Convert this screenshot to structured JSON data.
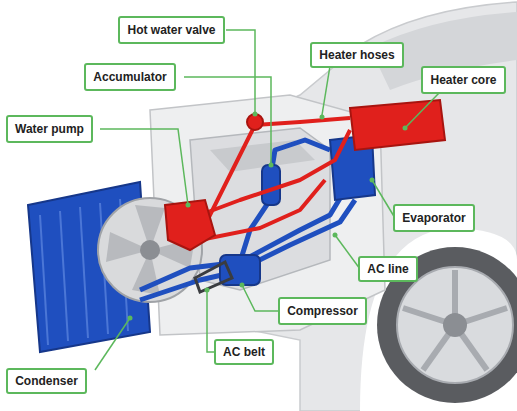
{
  "diagram": {
    "nodes": [
      {
        "text": [
          "Hot water valve"
        ]
      },
      {
        "text": [
          "Heater hoses"
        ]
      },
      {
        "text": [
          "Accumulator"
        ]
      },
      {
        "text": [
          "Heater core"
        ]
      },
      {
        "text": [
          "Water pump"
        ]
      },
      {
        "text": [
          "Evaporator"
        ]
      },
      {
        "text": [
          "AC line"
        ]
      },
      {
        "text": [
          "Compressor"
        ]
      },
      {
        "text": [
          "AC belt"
        ]
      },
      {
        "text": [
          "Condenser"
        ]
      }
    ]
  }
}
